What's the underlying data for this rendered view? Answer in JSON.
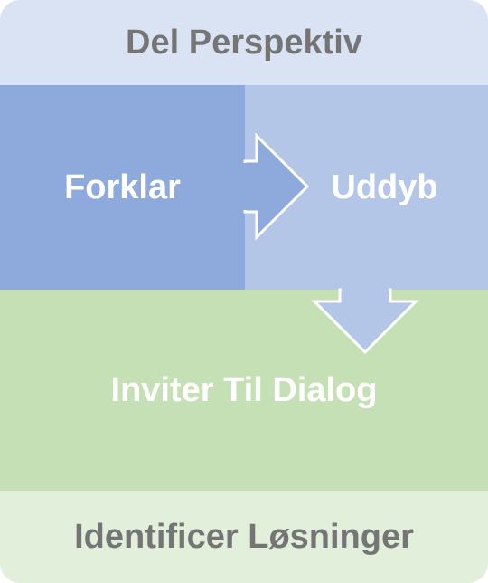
{
  "diagram": {
    "top_label": "Del Perspektiv",
    "left_label": "Forklar",
    "right_label": "Uddyb",
    "middle_label": "Inviter Til Dialog",
    "bottom_label": "Identificer Løsninger"
  },
  "colors": {
    "top_band": "#dae3f3",
    "left_block": "#8eaadc",
    "right_block": "#b4c6e7",
    "middle_band": "#c5e0b4",
    "bottom_band": "#e2efda",
    "dark_text": "#757575",
    "light_text": "#ffffff"
  }
}
